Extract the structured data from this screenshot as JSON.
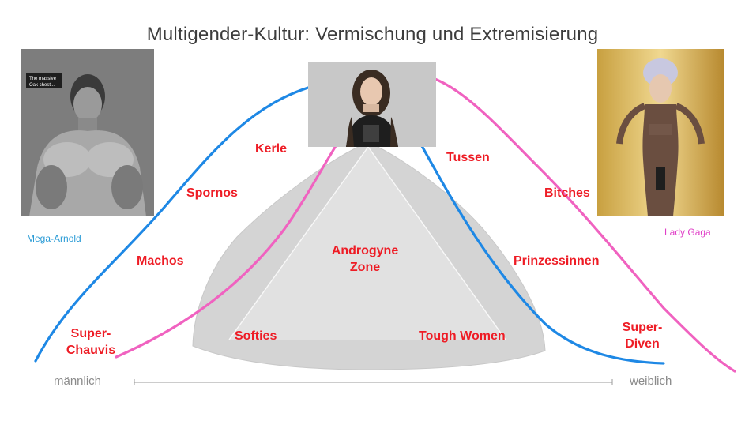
{
  "title": "Multigender-Kultur: Vermischung und Extremisierung",
  "left_person": {
    "caption": "Mega-Arnold",
    "photo_text": "The massive Oak chest...",
    "caption_color": "#2a9bd6"
  },
  "right_person": {
    "caption": "Lady Gaga",
    "caption_color": "#e040c8"
  },
  "center_person": {
    "photo": "portrait-center"
  },
  "zones": {
    "center_zone": "Androgyne Zone"
  },
  "labels": {
    "super_chauvis_1": "Super-",
    "super_chauvis_2": "Chauvis",
    "machos": "Machos",
    "spornos": "Spornos",
    "kerle": "Kerle",
    "androgyne_1": "Androgyne",
    "androgyne_2": "Zone",
    "softies": "Softies",
    "tough_women": "Tough Women",
    "tussen": "Tussen",
    "bitches": "Bitches",
    "prinzessinnen": "Prinzessinnen",
    "super_diven_1": "Super-",
    "super_diven_2": "Diven"
  },
  "axis": {
    "left": "männlich",
    "right": "weiblich"
  },
  "colors": {
    "blue_curve": "#1e88e5",
    "pink_curve": "#f062c0",
    "label_red": "#ee1c25",
    "zone_gray": "#d4d4d4"
  }
}
